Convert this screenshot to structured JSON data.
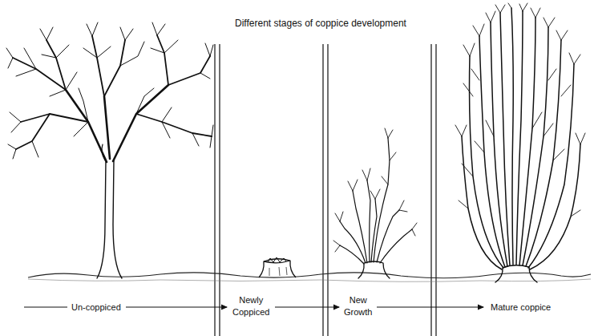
{
  "diagram": {
    "title": "Different stages of coppice development",
    "labels": [
      "Un-coppiced",
      "Newly Coppiced",
      "New Growth",
      "Mature coppice"
    ]
  }
}
